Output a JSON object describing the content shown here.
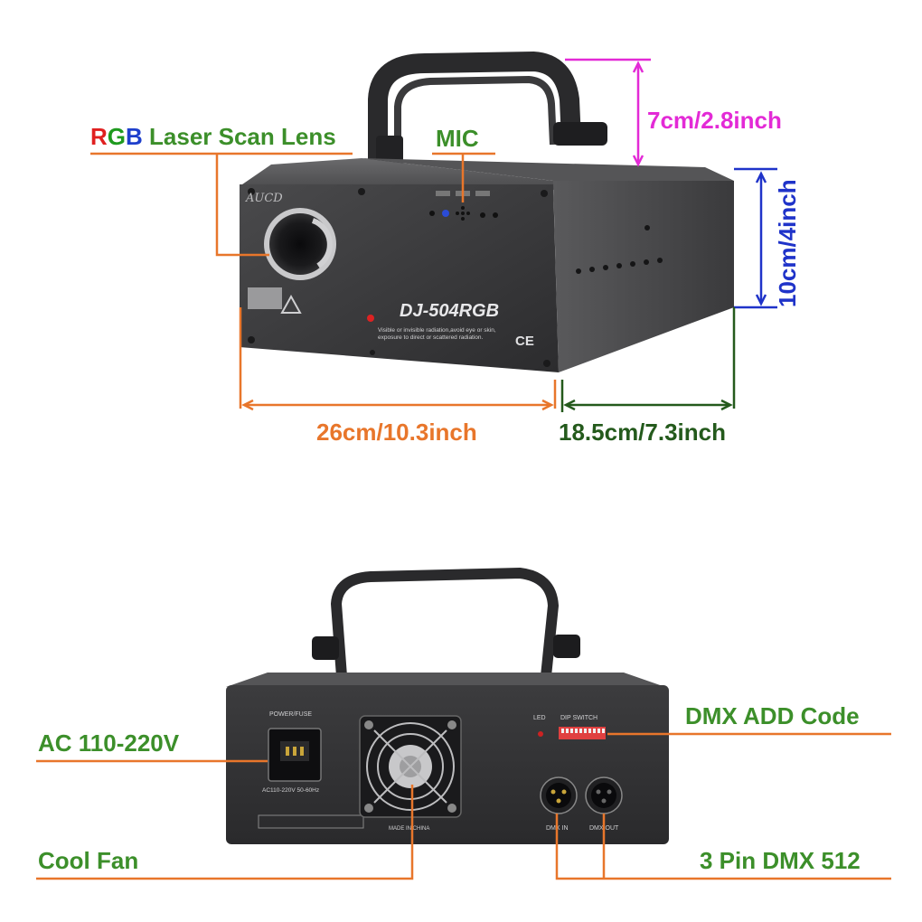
{
  "colors": {
    "orange": "#e8762b",
    "green": "#3c8f2a",
    "dark_green": "#245a1c",
    "magenta": "#e32ad6",
    "blue": "#1f33c9",
    "red": "#e02020",
    "rgb_green": "#1f9a1f",
    "rgb_blue": "#1e3fcc",
    "body": "#3e3e40"
  },
  "top_view": {
    "rgb_r": "R",
    "rgb_g": "G",
    "rgb_b": "B",
    "lens_label": " Laser Scan Lens",
    "mic_label": "MIC",
    "height_handle": "7cm/2.8inch",
    "height_body": "10cm/4inch",
    "width": "26cm/10.3inch",
    "depth": "18.5cm/7.3inch",
    "brand": "AUCD",
    "model": "DJ-504RGB",
    "warning_text": "Visible or invisible radiation,avoid eye or skin, exposure to direct or scattered radiation.",
    "ce_mark": "CE"
  },
  "back_view": {
    "ac_label": "AC 110-220V",
    "fan_label": "Cool Fan",
    "dmx_code_label": "DMX ADD Code",
    "dmx_pin_label": "3 Pin DMX 512",
    "power_fuse": "POWER/FUSE",
    "ac_spec": "AC110-220V 50-60Hz",
    "led": "LED",
    "dip_switch": "DIP SWITCH",
    "made_in": "MADE IN CHINA",
    "dmx_in": "DMX IN",
    "dmx_out": "DMX OUT"
  }
}
